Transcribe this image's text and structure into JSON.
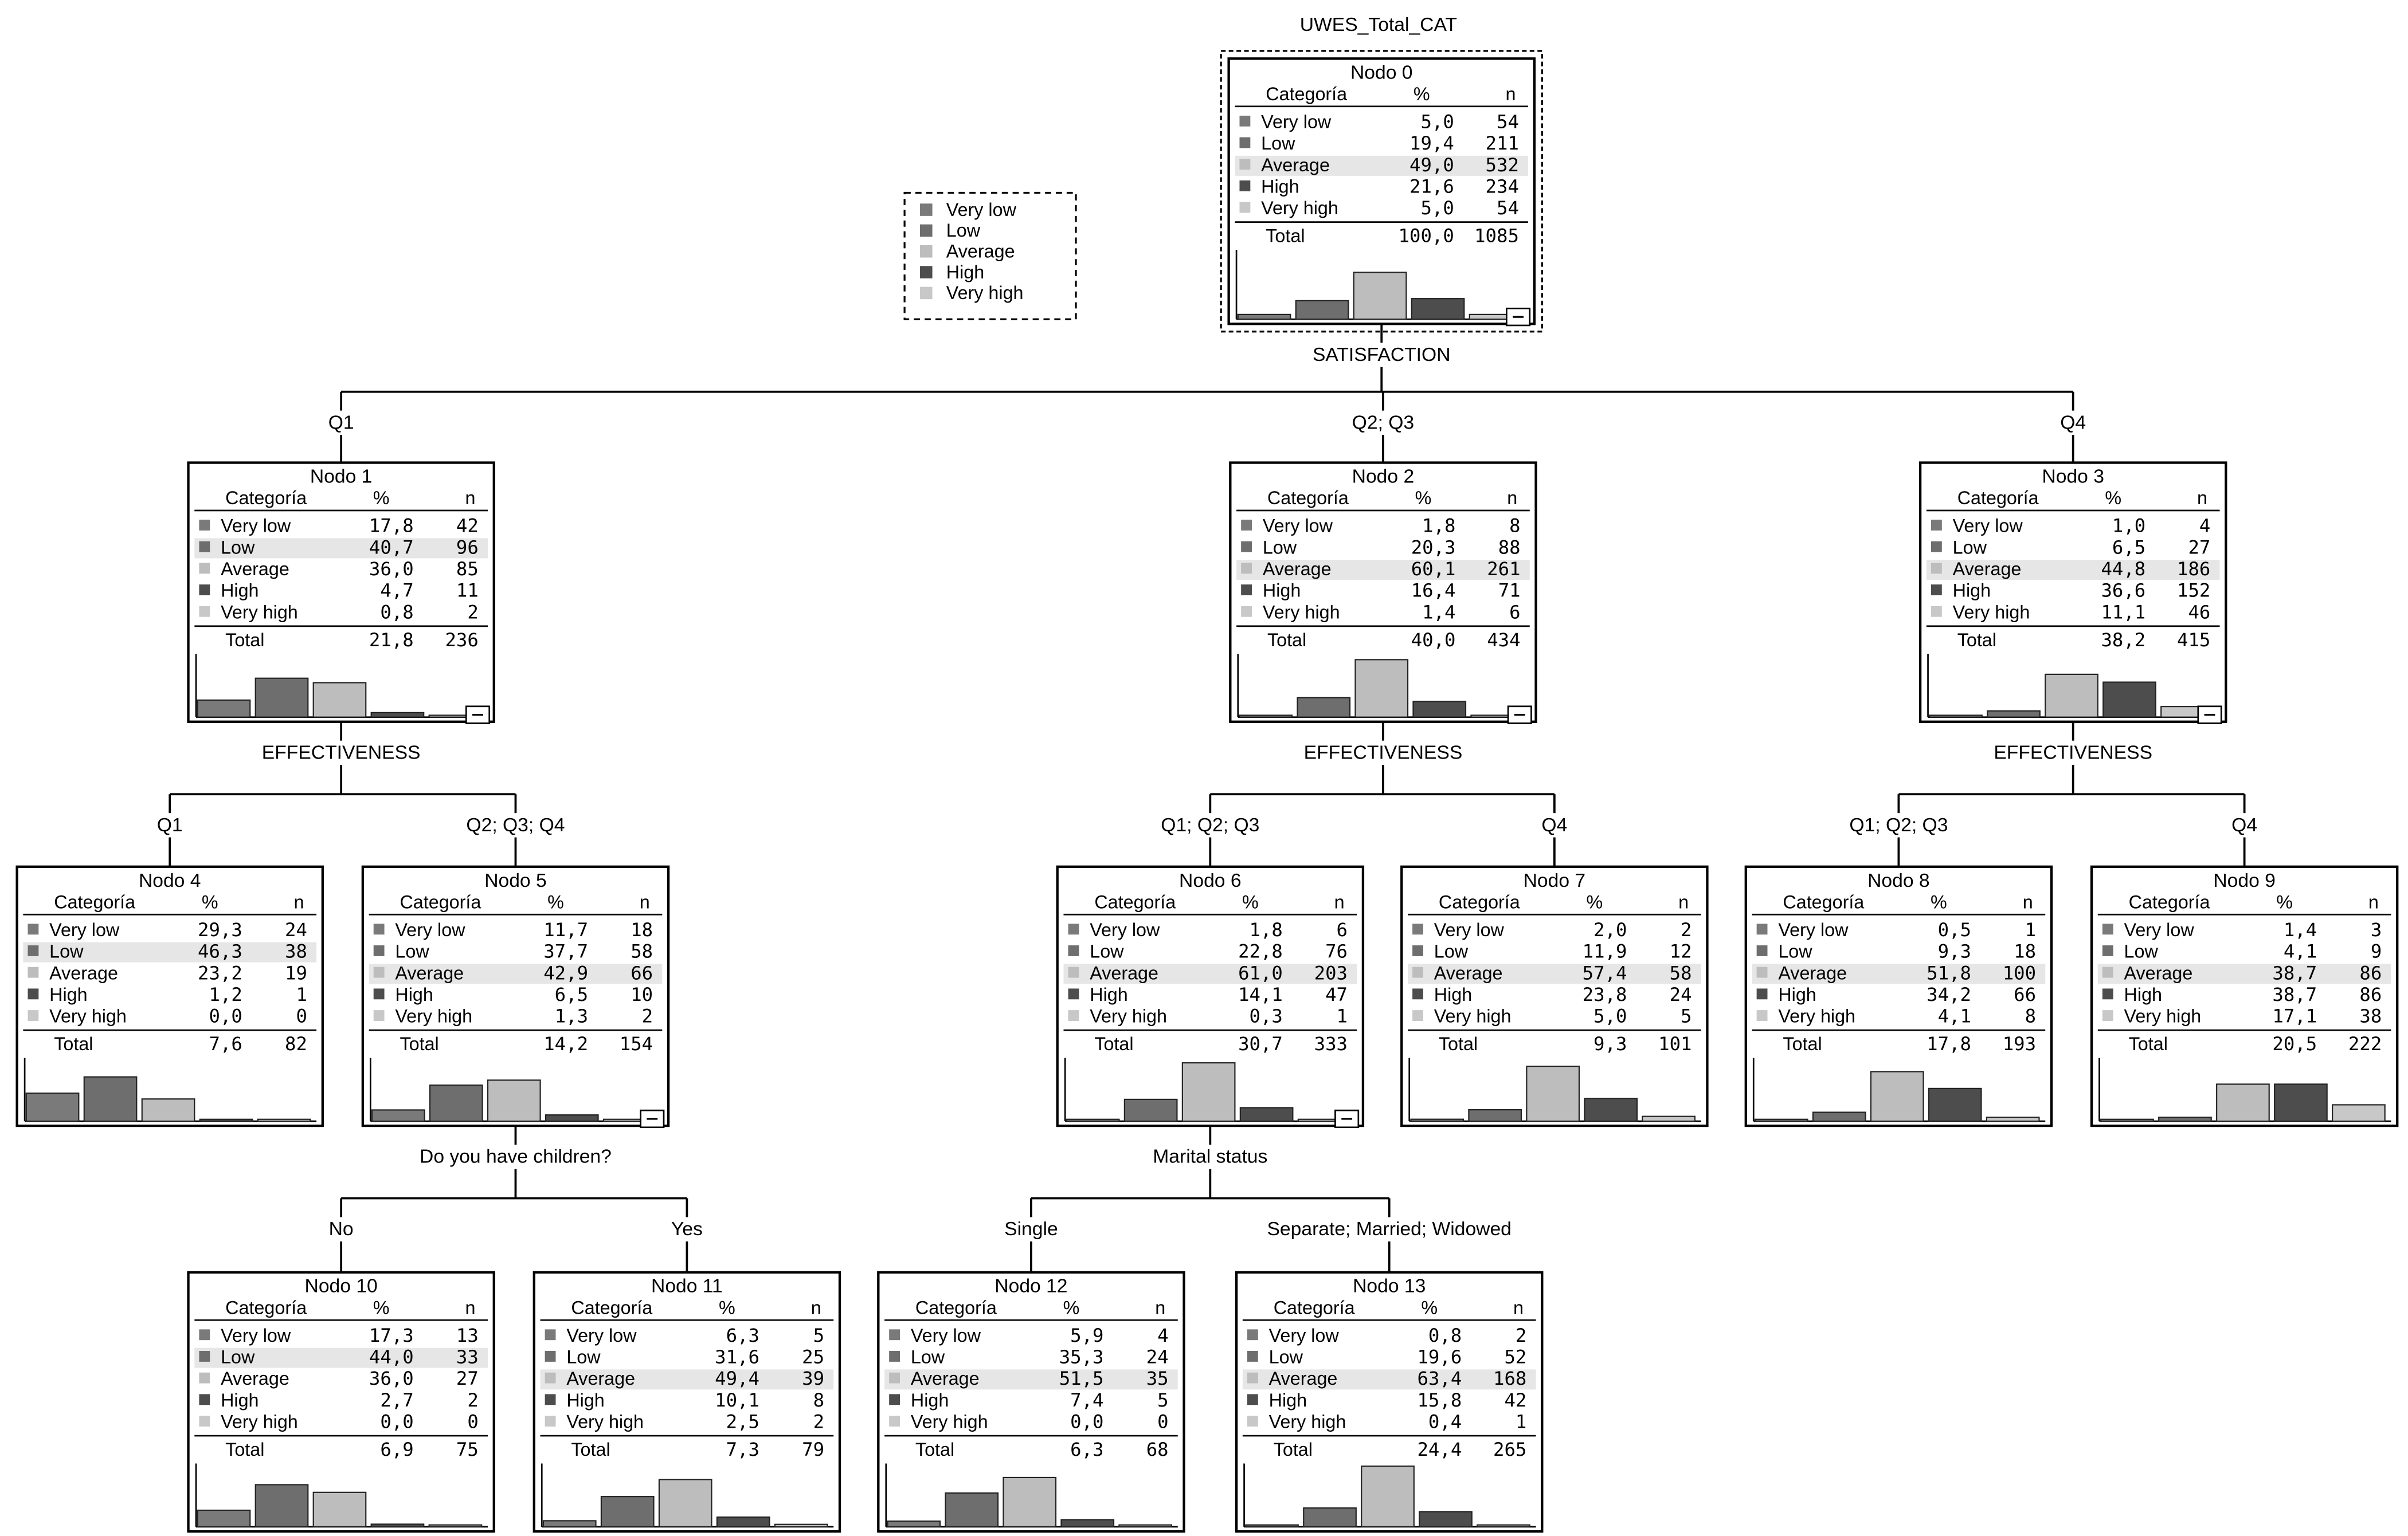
{
  "title": "UWES_Total_CAT",
  "colors": {
    "Very low": "#7a7a7a",
    "Low": "#6e6e6e",
    "Average": "#bdbdbd",
    "High": "#4d4d4d",
    "Very high": "#c8c8c8"
  },
  "legend": [
    "Very low",
    "Low",
    "Average",
    "High",
    "Very high"
  ],
  "table_headers": {
    "category": "Categoría",
    "percent": "%",
    "n": "n"
  },
  "total_label": "Total",
  "categories": [
    "Very low",
    "Low",
    "Average",
    "High",
    "Very high"
  ],
  "nodes": [
    {
      "id": 0,
      "title": "Nodo 0",
      "pct": [
        "5,0",
        "19,4",
        "49,0",
        "21,6",
        "5,0"
      ],
      "n": [
        "54",
        "211",
        "532",
        "234",
        "54"
      ],
      "total_pct": "100,0",
      "total_n": "1085",
      "modal": 2
    },
    {
      "id": 1,
      "title": "Nodo 1",
      "pct": [
        "17,8",
        "40,7",
        "36,0",
        "4,7",
        "0,8"
      ],
      "n": [
        "42",
        "96",
        "85",
        "11",
        "2"
      ],
      "total_pct": "21,8",
      "total_n": "236",
      "modal": 1
    },
    {
      "id": 2,
      "title": "Nodo 2",
      "pct": [
        "1,8",
        "20,3",
        "60,1",
        "16,4",
        "1,4"
      ],
      "n": [
        "8",
        "88",
        "261",
        "71",
        "6"
      ],
      "total_pct": "40,0",
      "total_n": "434",
      "modal": 2
    },
    {
      "id": 3,
      "title": "Nodo 3",
      "pct": [
        "1,0",
        "6,5",
        "44,8",
        "36,6",
        "11,1"
      ],
      "n": [
        "4",
        "27",
        "186",
        "152",
        "46"
      ],
      "total_pct": "38,2",
      "total_n": "415",
      "modal": 2
    },
    {
      "id": 4,
      "title": "Nodo 4",
      "pct": [
        "29,3",
        "46,3",
        "23,2",
        "1,2",
        "0,0"
      ],
      "n": [
        "24",
        "38",
        "19",
        "1",
        "0"
      ],
      "total_pct": "7,6",
      "total_n": "82",
      "modal": 1
    },
    {
      "id": 5,
      "title": "Nodo 5",
      "pct": [
        "11,7",
        "37,7",
        "42,9",
        "6,5",
        "1,3"
      ],
      "n": [
        "18",
        "58",
        "66",
        "10",
        "2"
      ],
      "total_pct": "14,2",
      "total_n": "154",
      "modal": 2
    },
    {
      "id": 6,
      "title": "Nodo 6",
      "pct": [
        "1,8",
        "22,8",
        "61,0",
        "14,1",
        "0,3"
      ],
      "n": [
        "6",
        "76",
        "203",
        "47",
        "1"
      ],
      "total_pct": "30,7",
      "total_n": "333",
      "modal": 2
    },
    {
      "id": 7,
      "title": "Nodo 7",
      "pct": [
        "2,0",
        "11,9",
        "57,4",
        "23,8",
        "5,0"
      ],
      "n": [
        "2",
        "12",
        "58",
        "24",
        "5"
      ],
      "total_pct": "9,3",
      "total_n": "101",
      "modal": 2
    },
    {
      "id": 8,
      "title": "Nodo 8",
      "pct": [
        "0,5",
        "9,3",
        "51,8",
        "34,2",
        "4,1"
      ],
      "n": [
        "1",
        "18",
        "100",
        "66",
        "8"
      ],
      "total_pct": "17,8",
      "total_n": "193",
      "modal": 2
    },
    {
      "id": 9,
      "title": "Nodo 9",
      "pct": [
        "1,4",
        "4,1",
        "38,7",
        "38,7",
        "17,1"
      ],
      "n": [
        "3",
        "9",
        "86",
        "86",
        "38"
      ],
      "total_pct": "20,5",
      "total_n": "222",
      "modal": 2
    },
    {
      "id": 10,
      "title": "Nodo 10",
      "pct": [
        "17,3",
        "44,0",
        "36,0",
        "2,7",
        "0,0"
      ],
      "n": [
        "13",
        "33",
        "27",
        "2",
        "0"
      ],
      "total_pct": "6,9",
      "total_n": "75",
      "modal": 1
    },
    {
      "id": 11,
      "title": "Nodo 11",
      "pct": [
        "6,3",
        "31,6",
        "49,4",
        "10,1",
        "2,5"
      ],
      "n": [
        "5",
        "25",
        "39",
        "8",
        "2"
      ],
      "total_pct": "7,3",
      "total_n": "79",
      "modal": 2
    },
    {
      "id": 12,
      "title": "Nodo 12",
      "pct": [
        "5,9",
        "35,3",
        "51,5",
        "7,4",
        "0,0"
      ],
      "n": [
        "4",
        "24",
        "35",
        "5",
        "0"
      ],
      "total_pct": "6,3",
      "total_n": "68",
      "modal": 2
    },
    {
      "id": 13,
      "title": "Nodo 13",
      "pct": [
        "0,8",
        "19,6",
        "63,4",
        "15,8",
        "0,4"
      ],
      "n": [
        "2",
        "52",
        "168",
        "42",
        "1"
      ],
      "total_pct": "24,4",
      "total_n": "265",
      "modal": 2
    }
  ],
  "splits": [
    {
      "parent": 0,
      "variable": "SATISFACTION",
      "children": [
        {
          "node": 1,
          "label": "Q1"
        },
        {
          "node": 2,
          "label": "Q2; Q3"
        },
        {
          "node": 3,
          "label": "Q4"
        }
      ]
    },
    {
      "parent": 1,
      "variable": "EFFECTIVENESS",
      "children": [
        {
          "node": 4,
          "label": "Q1"
        },
        {
          "node": 5,
          "label": "Q2; Q3; Q4"
        }
      ]
    },
    {
      "parent": 2,
      "variable": "EFFECTIVENESS",
      "children": [
        {
          "node": 6,
          "label": "Q1; Q2; Q3"
        },
        {
          "node": 7,
          "label": "Q4"
        }
      ]
    },
    {
      "parent": 3,
      "variable": "EFFECTIVENESS",
      "children": [
        {
          "node": 8,
          "label": "Q1; Q2; Q3"
        },
        {
          "node": 9,
          "label": "Q4"
        }
      ]
    },
    {
      "parent": 5,
      "variable": "Do you have children?",
      "children": [
        {
          "node": 10,
          "label": "No"
        },
        {
          "node": 11,
          "label": "Yes"
        }
      ]
    },
    {
      "parent": 6,
      "variable": "Marital status",
      "children": [
        {
          "node": 12,
          "label": "Single"
        },
        {
          "node": 13,
          "label": "Separate; Married; Widowed"
        }
      ]
    }
  ]
}
